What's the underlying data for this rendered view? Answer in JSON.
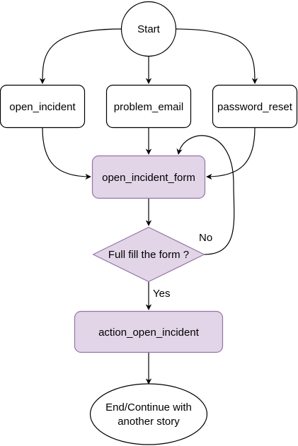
{
  "colors": {
    "stroke": "#000000",
    "node_fill": "#ffffff",
    "highlight_fill": "#e1d5e7",
    "highlight_stroke": "#9673a6"
  },
  "nodes": {
    "start": "Start",
    "open_incident": "open_incident",
    "problem_email": "problem_email",
    "password_reset": "password_reset",
    "form": "open_incident_form",
    "decision": "Full fill the form ?",
    "action": "action_open_incident",
    "end_line1": "End/Continue with",
    "end_line2": "another story"
  },
  "edges": {
    "no_label": "No",
    "yes_label": "Yes"
  }
}
